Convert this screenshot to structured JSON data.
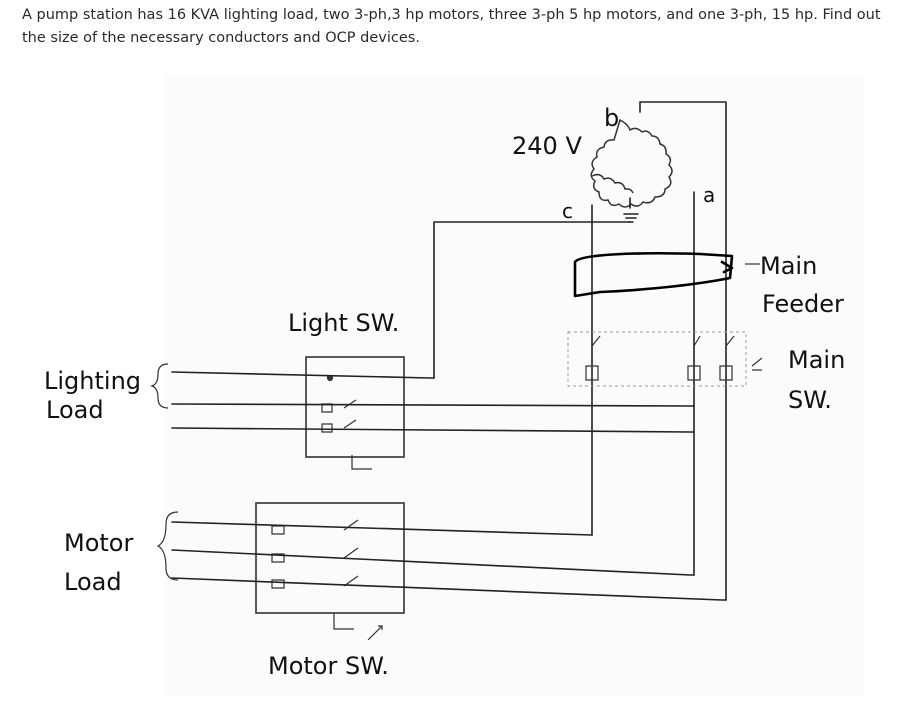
{
  "question": {
    "text": "A pump station has 16 KVA lighting load, two 3-ph,3 hp motors, three 3-ph 5 hp motors, and one 3-ph, 15 hp. Find out the size of the necessary conductors and OCP devices."
  },
  "diagram": {
    "voltage_label": "240 V",
    "phase_b": "b",
    "phase_c": "c",
    "phase_a": "a",
    "main_feeder_line1": "Main",
    "main_feeder_line2": "Feeder",
    "main_sw_line1": "Main",
    "main_sw_line2": "SW.",
    "light_sw": "Light SW.",
    "lighting_load_line1": "Lighting",
    "lighting_load_line2": "Load",
    "motor_load_line1": "Motor",
    "motor_load_line2": "Load",
    "motor_sw": "Motor SW."
  }
}
